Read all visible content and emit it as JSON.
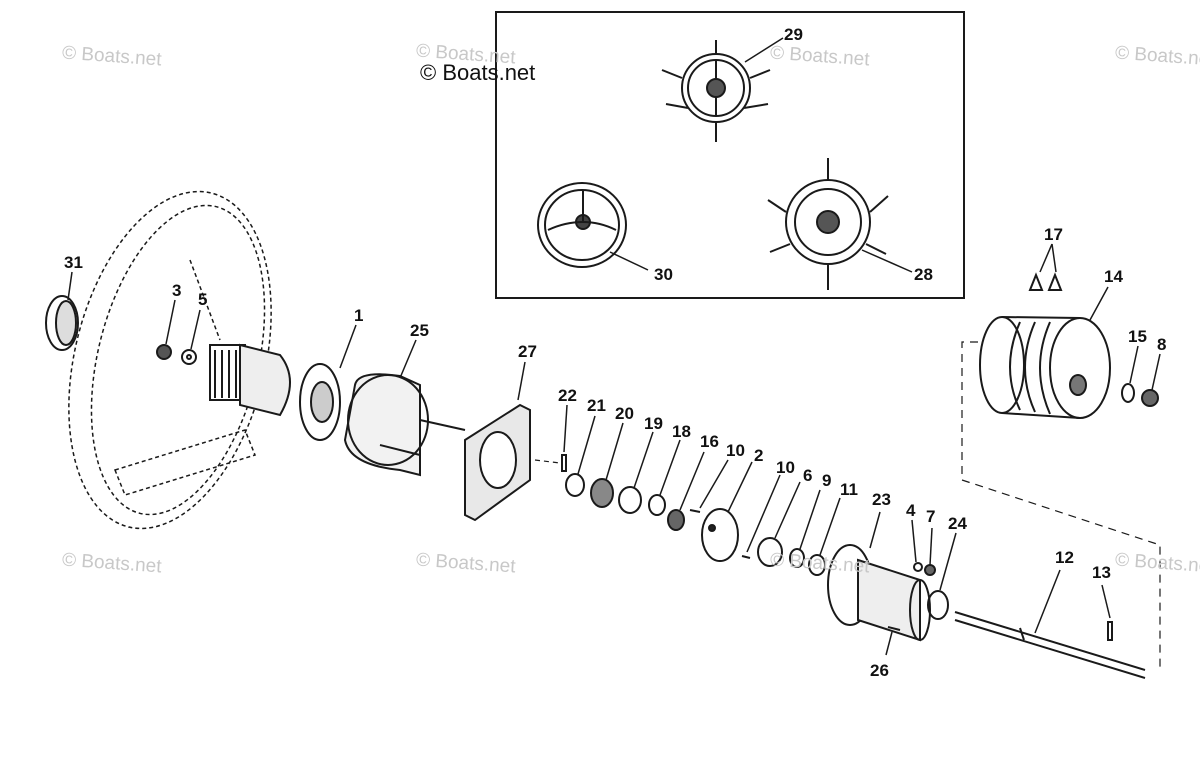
{
  "copyright": "© Boats.net",
  "watermark": "© Boats.net",
  "callouts": [
    "1",
    "2",
    "3",
    "4",
    "5",
    "6",
    "7",
    "8",
    "9",
    "10",
    "10",
    "11",
    "12",
    "13",
    "14",
    "15",
    "16",
    "17",
    "18",
    "19",
    "20",
    "21",
    "22",
    "23",
    "24",
    "25",
    "26",
    "27",
    "28",
    "29",
    "30",
    "31"
  ],
  "colors": {
    "line": "#1a1a1a",
    "watermark": "#c8c8c8",
    "background": "#ffffff"
  }
}
